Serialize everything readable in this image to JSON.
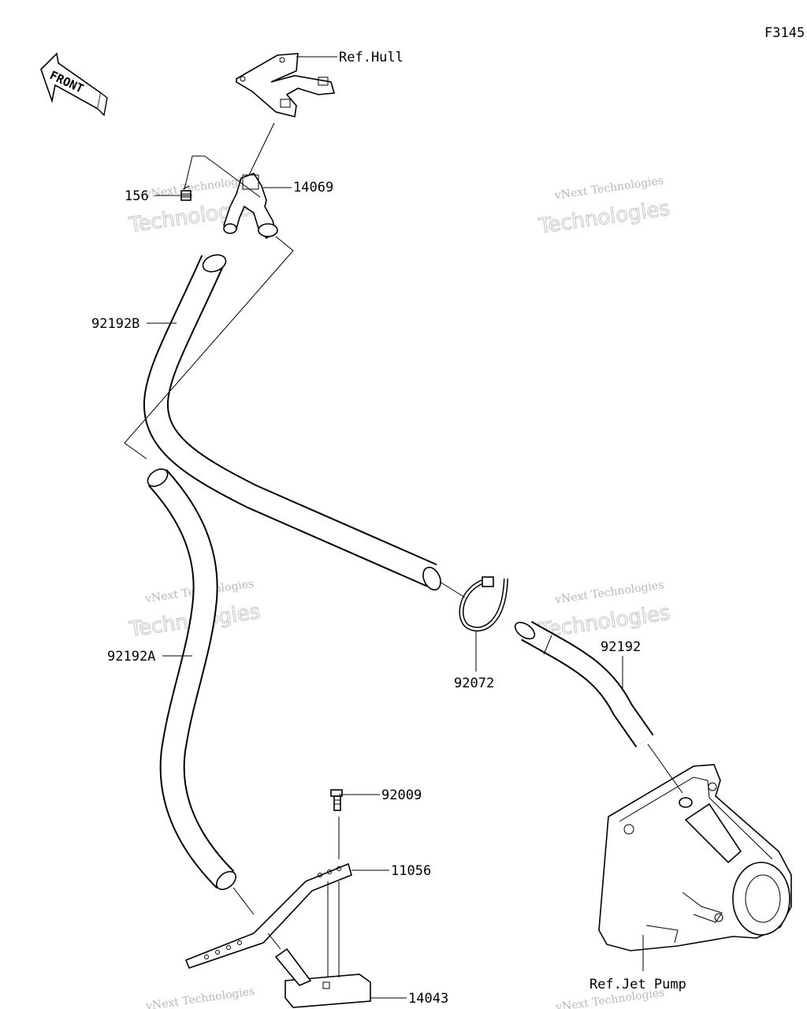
{
  "figure_code": "F3145",
  "front_arrow_label": "FRONT",
  "watermark": {
    "line1": "vNext Technologies",
    "line2": "Technologies"
  },
  "parts": [
    {
      "id": "ref-hull",
      "label": "Ref.Hull"
    },
    {
      "id": "156",
      "label": "156"
    },
    {
      "id": "14069",
      "label": "14069"
    },
    {
      "id": "92192b",
      "label": "92192B"
    },
    {
      "id": "92192a",
      "label": "92192A"
    },
    {
      "id": "92072",
      "label": "92072"
    },
    {
      "id": "92192",
      "label": "92192"
    },
    {
      "id": "92009",
      "label": "92009"
    },
    {
      "id": "11056",
      "label": "11056"
    },
    {
      "id": "14043",
      "label": "14043"
    },
    {
      "id": "ref-jet-pump",
      "label": "Ref.Jet Pump"
    }
  ]
}
